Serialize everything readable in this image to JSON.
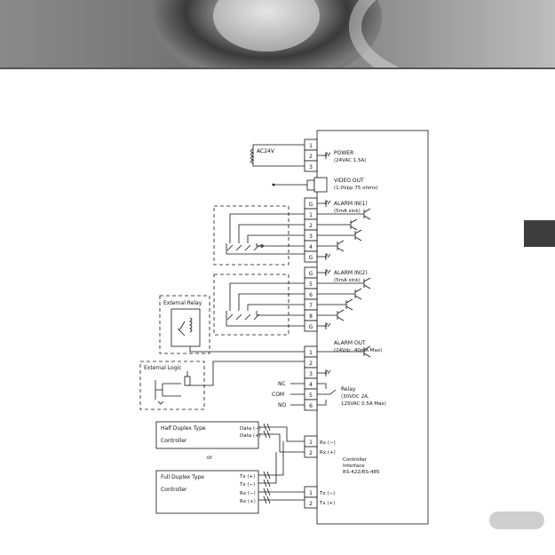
{
  "power": {
    "pins": [
      "1",
      "2",
      "3"
    ],
    "source": "AC24V",
    "label": "POWER",
    "spec": "(24VAC 1.5A)"
  },
  "video": {
    "label": "VIDEO OUT",
    "spec": "(1.0Vpp 75 ohms)"
  },
  "alarm_in_1": {
    "pins": [
      "G",
      "1",
      "2",
      "3",
      "4",
      "G"
    ],
    "label": "ALARM IN(1)",
    "spec": "(5mA sink)"
  },
  "alarm_in_2": {
    "pins": [
      "G",
      "5",
      "6",
      "7",
      "8",
      "G"
    ],
    "label": "ALARM IN(2)",
    "spec": "(5mA sink)"
  },
  "external_relay": {
    "label": "External   Relay"
  },
  "external_logic": {
    "label": "External     Logic"
  },
  "alarm_out": {
    "pins": [
      "1",
      "2",
      "3"
    ],
    "label": "ALARM OUT",
    "spec": "(24Vdc, 40mA Max)"
  },
  "relay": {
    "pins": [
      "4",
      "5",
      "6"
    ],
    "contacts": [
      "NC",
      "COM",
      "NO"
    ],
    "label": "Relay",
    "spec1": "(30VDC 2A,",
    "spec2": "125VAC 0.5A Max)"
  },
  "half_duplex": {
    "title": "Half Duplex Type",
    "subtitle": "Controller",
    "signals": [
      "Data (−)",
      "Data (+)"
    ]
  },
  "or_text": "or",
  "full_duplex": {
    "title": "Full Duplex Type",
    "subtitle": "Controller",
    "signals": [
      "Tx (+)",
      "Tx (−)",
      "Rx (−)",
      "Rx (+)"
    ]
  },
  "controller_rx": {
    "pins": [
      "1",
      "2"
    ],
    "signals": [
      "Rx (−)",
      "Rx (+)"
    ]
  },
  "controller_tx": {
    "pins": [
      "1",
      "2"
    ],
    "signals": [
      "Tx (−)",
      "Tx (+)"
    ]
  },
  "controller_interface": {
    "line1": "Controller",
    "line2": "Interface",
    "line3": "RS-422/RS-485"
  }
}
